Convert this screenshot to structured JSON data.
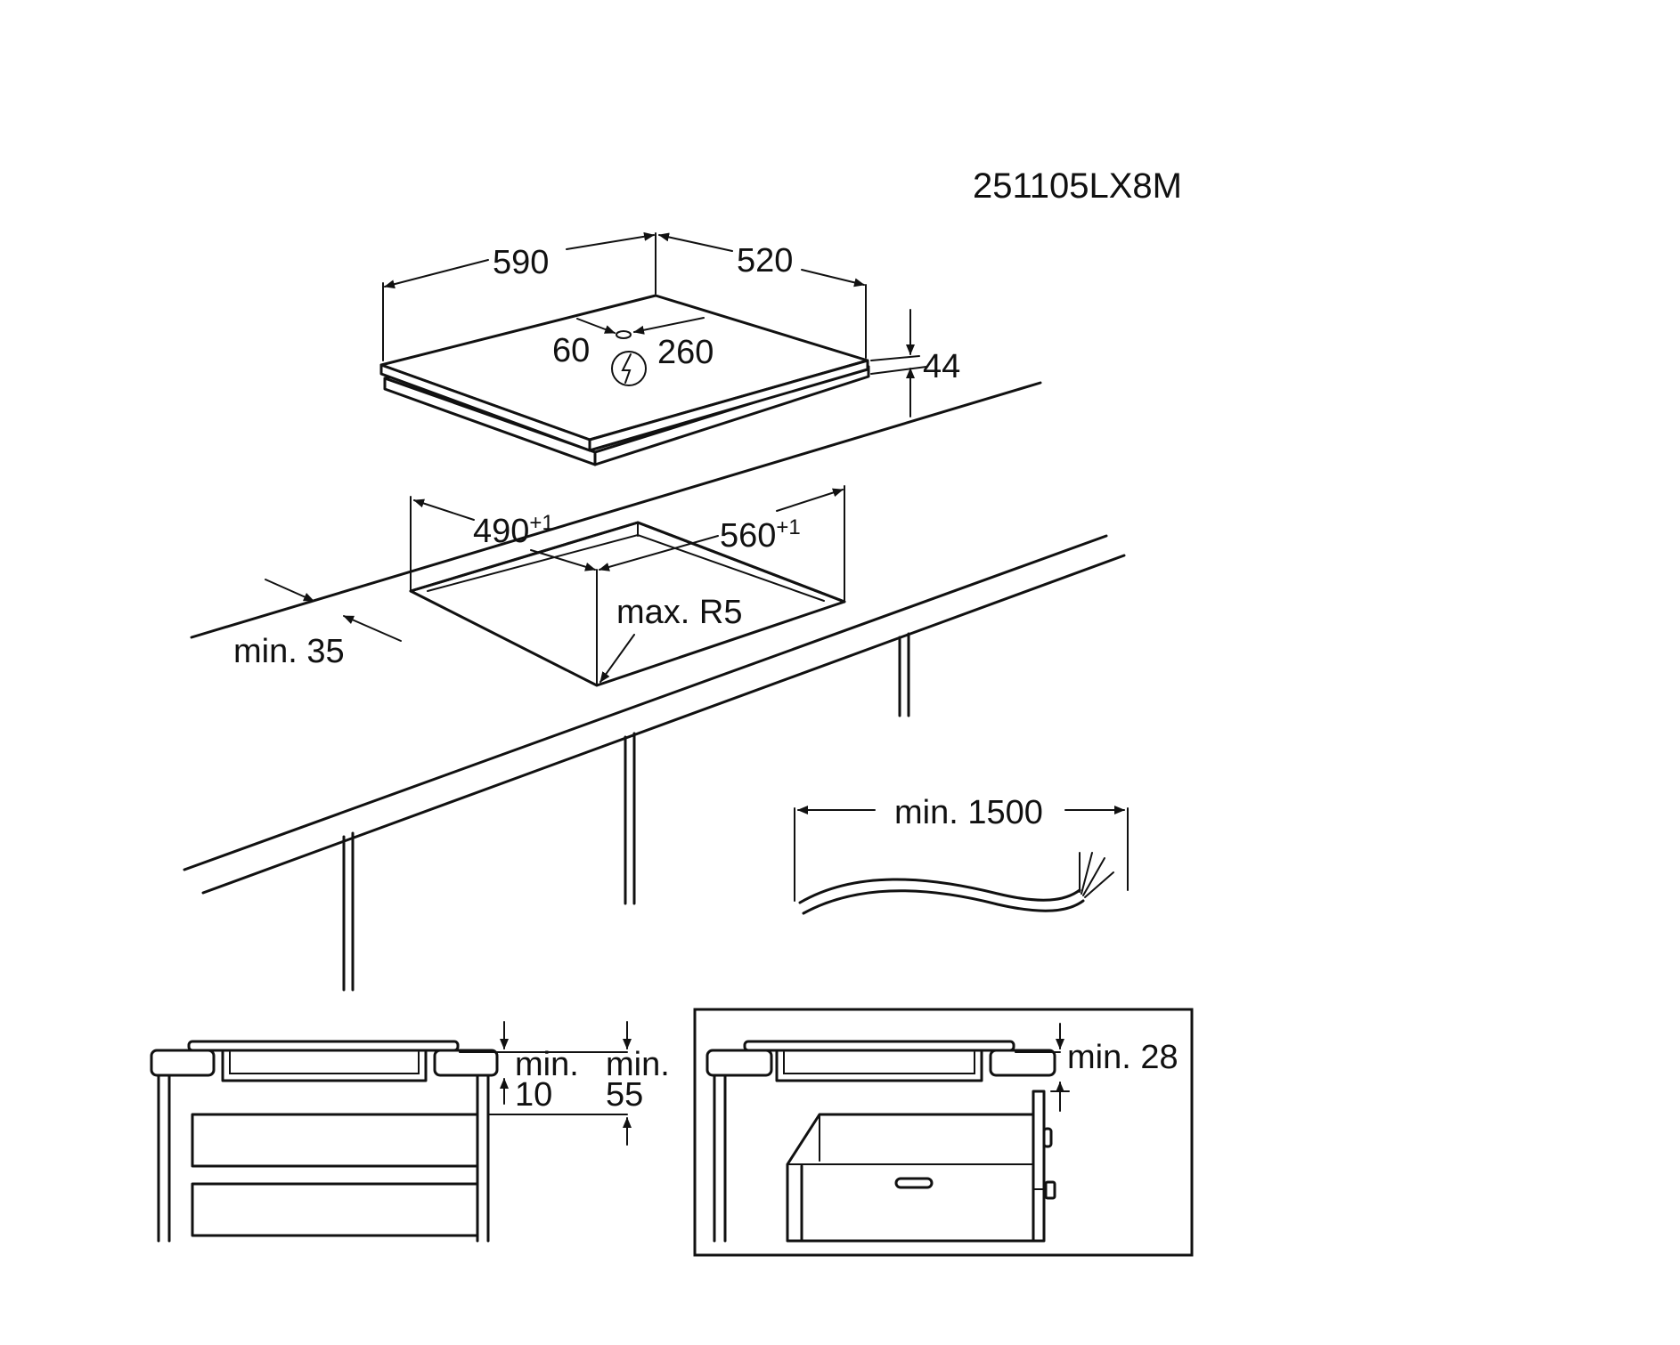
{
  "model_code": "251105LX8M",
  "hob_dimensions": {
    "width": "590",
    "depth": "520",
    "height": "44",
    "cable_offset_x": "60",
    "cable_offset_y": "260"
  },
  "cutout": {
    "width": "560",
    "width_tolerance": "+1",
    "depth": "490",
    "depth_tolerance": "+1",
    "corner_radius": "max. R5",
    "front_margin": "min. 35"
  },
  "cable": {
    "length": "min. 1500"
  },
  "side_view_drawers": {
    "clearance_top_label": "min.",
    "clearance_top_value": "10",
    "clearance_bottom_label": "min.",
    "clearance_bottom_value": "55"
  },
  "side_view_oven": {
    "clearance": "min. 28"
  },
  "icons": {
    "electric_connection": "lightning-in-circle-icon"
  },
  "colors": {
    "line": "#111111",
    "background": "#ffffff"
  }
}
